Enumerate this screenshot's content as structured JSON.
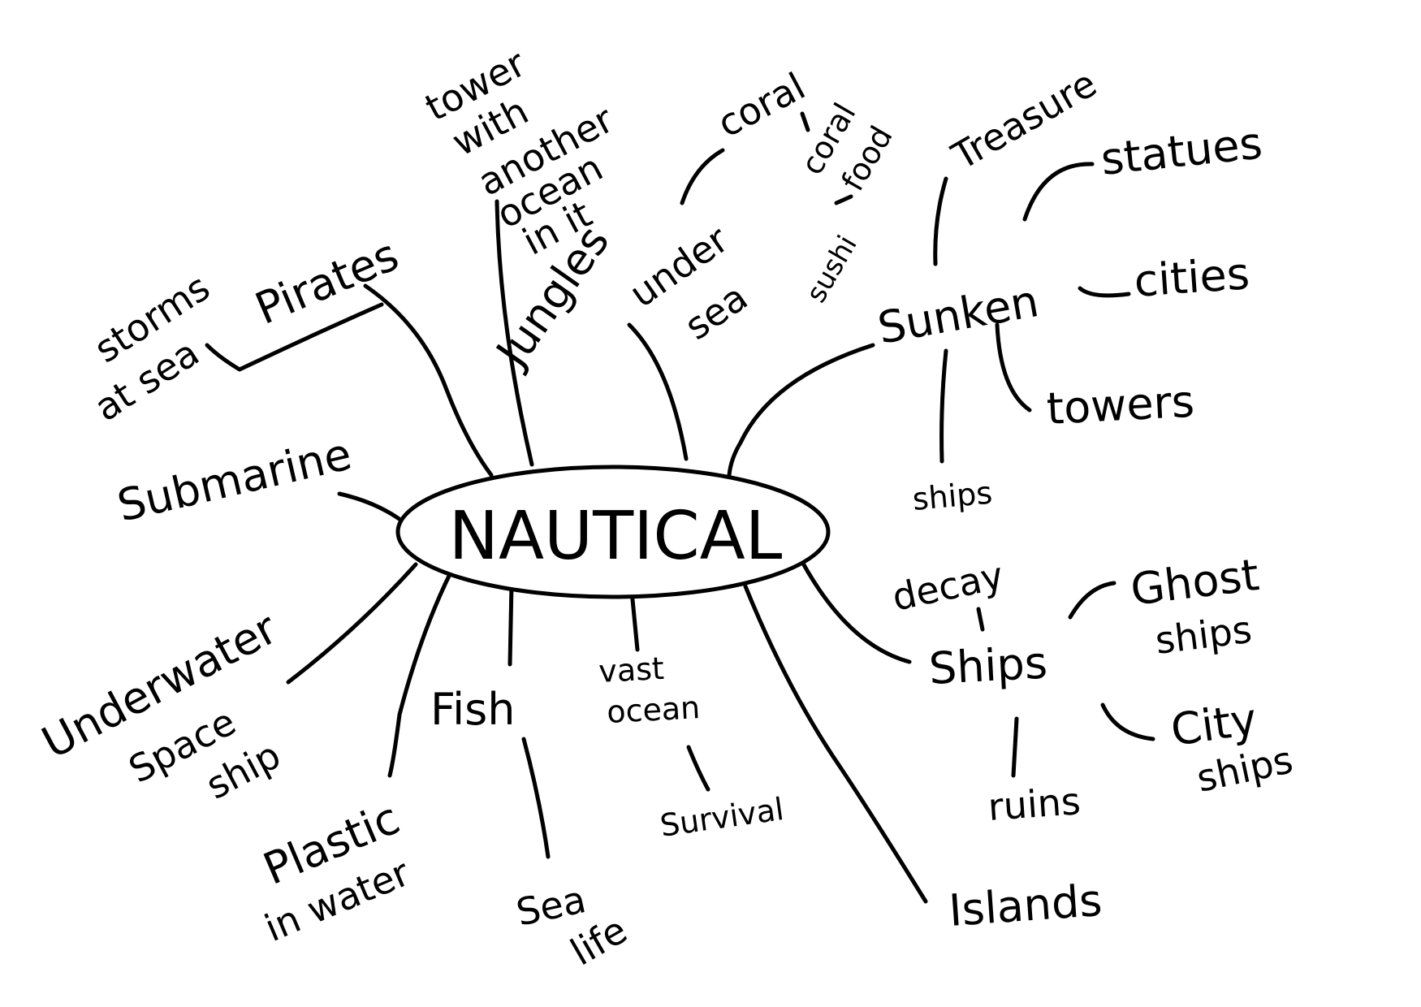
{
  "center": "NAUTICAL",
  "labels": {
    "pirates": "Pirates",
    "storms_line1": "storms",
    "storms_line2": "at sea",
    "tower_line1": "tower",
    "tower_line2": "with",
    "tower_line3": "another",
    "tower_line4": "ocean",
    "tower_line5": "in it",
    "jungles": "Jungles",
    "under": "under",
    "sea": "sea",
    "coral": "coral",
    "coral_food_line1": "coral",
    "coral_food_line2": "food",
    "sushi": "sushi",
    "treasure": "Treasure",
    "sunken": "Sunken",
    "statues": "statues",
    "cities": "cities",
    "towers": "towers",
    "ships_small": "ships",
    "submarine": "Submarine",
    "underwater": "Underwater",
    "space_line1": "Space",
    "space_line2": "ship",
    "plastic_line1": "Plastic",
    "plastic_line2": "in water",
    "fish": "Fish",
    "sealife_line1": "Sea",
    "sealife_line2": "life",
    "vast_line1": "vast",
    "vast_line2": "ocean",
    "survival": "Survival",
    "islands": "Islands",
    "decay": "decay",
    "ships": "Ships",
    "ruins": "ruins",
    "ghost_line1": "Ghost",
    "ghost_line2": "ships",
    "city_line1": "City",
    "city_line2": "ships"
  }
}
